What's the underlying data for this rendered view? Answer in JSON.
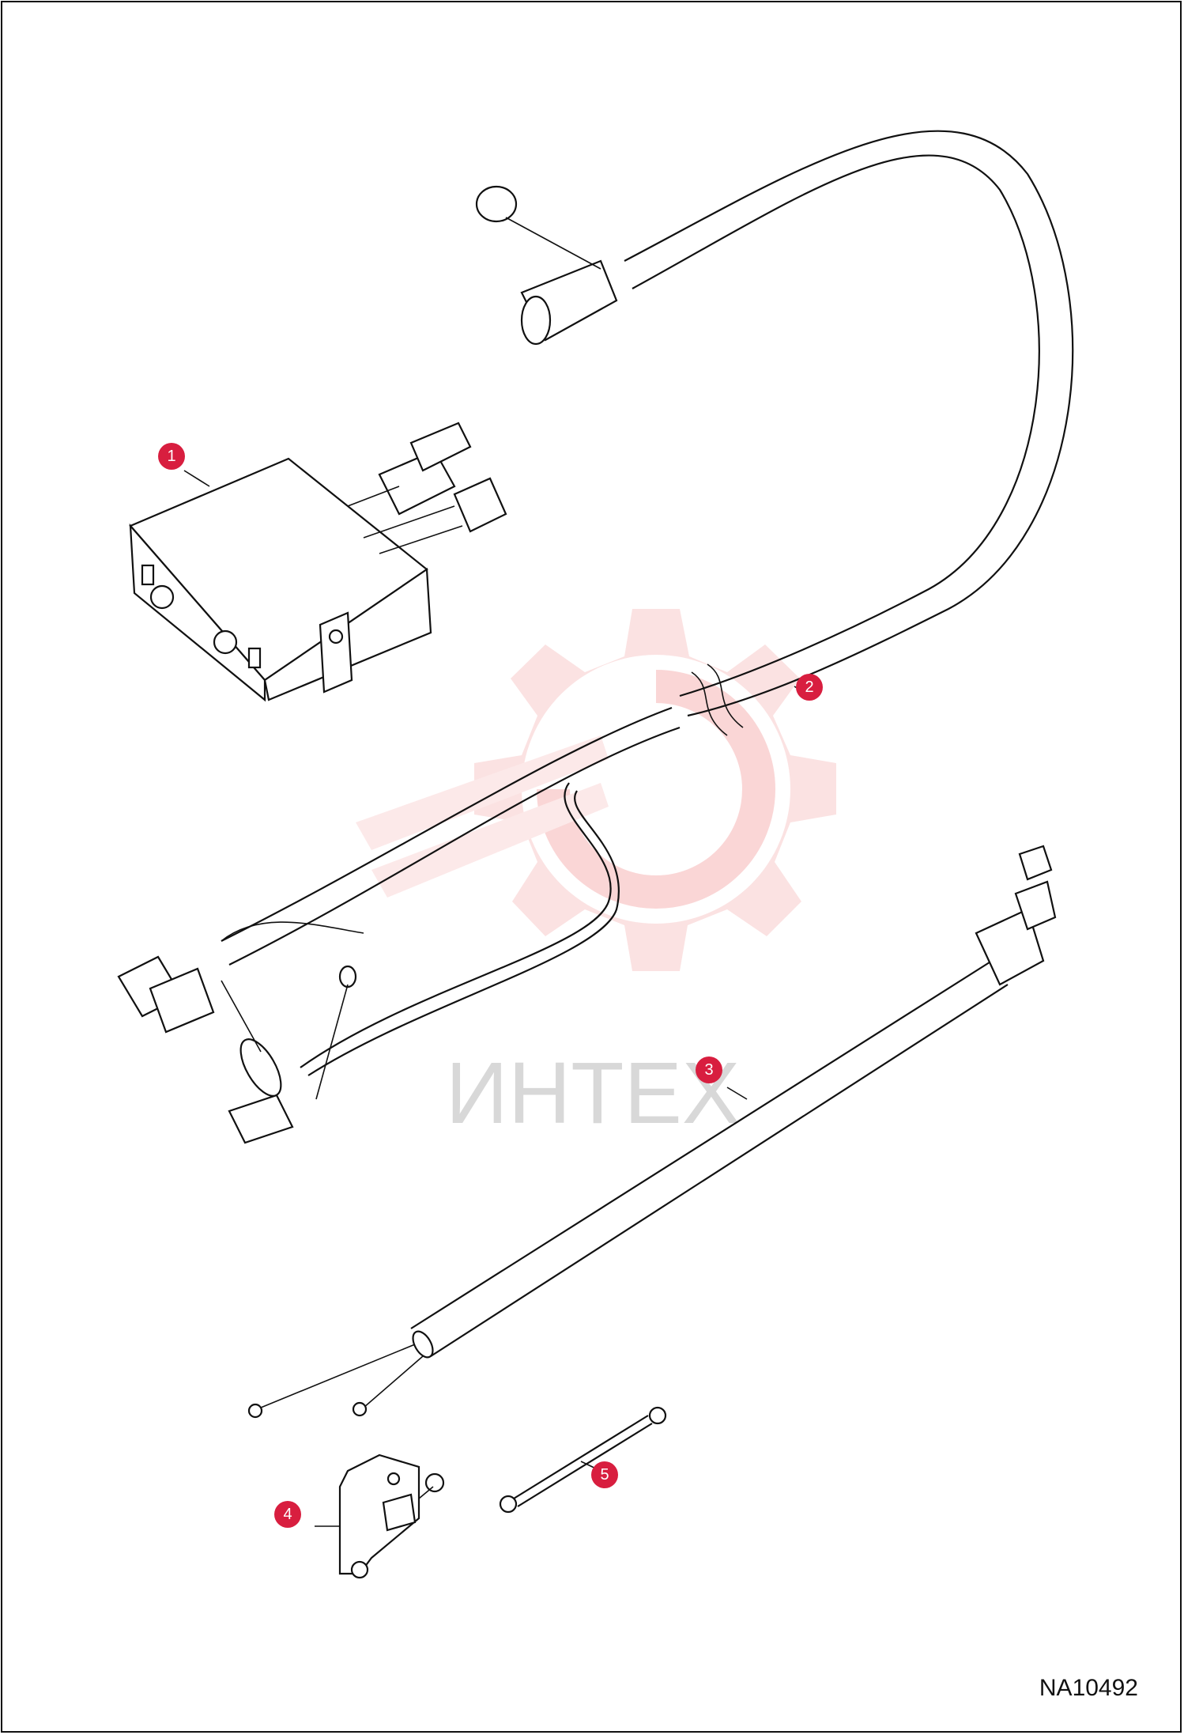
{
  "diagram": {
    "reference_code": "NA10492",
    "watermark_text": "ИНТЕХ",
    "accent_color": "#d81e3f",
    "watermark_color": "#f6c9c9",
    "callouts": [
      {
        "id": "1",
        "label": "1"
      },
      {
        "id": "2",
        "label": "2"
      },
      {
        "id": "3",
        "label": "3"
      },
      {
        "id": "4",
        "label": "4"
      },
      {
        "id": "5",
        "label": "5"
      }
    ]
  }
}
